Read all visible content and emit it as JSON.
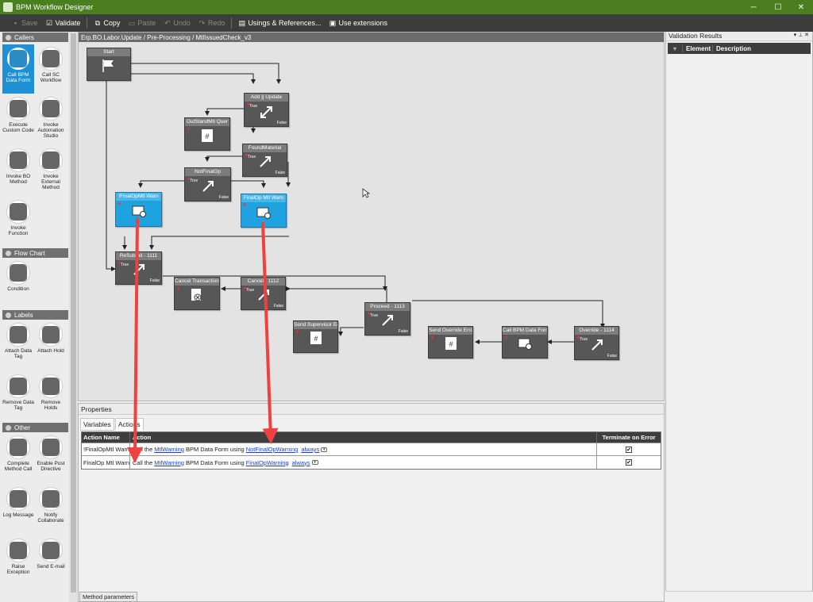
{
  "window": {
    "title": "BPM Workflow Designer",
    "controls": [
      "─",
      "☐",
      "✕"
    ]
  },
  "toolbar": {
    "save": "Save",
    "validate": "Validate",
    "copy": "Copy",
    "paste": "Paste",
    "undo": "Undo",
    "redo": "Redo",
    "usings": "Usings & References...",
    "extensions": "Use extensions"
  },
  "toolbox": {
    "callers": {
      "header": "Callers",
      "items": [
        {
          "label": "Call BPM Data Form",
          "icon": "form-icon"
        },
        {
          "label": "Call SC Workflow",
          "icon": "workflow-icon"
        },
        {
          "label": "Execute Custom Code",
          "icon": "code-icon"
        },
        {
          "label": "Invoke Automation Studio",
          "icon": "automation-icon"
        },
        {
          "label": "Invoke BO Method",
          "icon": "bo-method-icon"
        },
        {
          "label": "Invoke External Method",
          "icon": "external-method-icon"
        },
        {
          "label": "Invoke Function",
          "icon": "function-icon"
        }
      ]
    },
    "flowchart": {
      "header": "Flow Chart",
      "items": [
        {
          "label": "Condition",
          "icon": "condition-icon"
        }
      ]
    },
    "labels": {
      "header": "Labels",
      "items": [
        {
          "label": "Attach Data Tag",
          "icon": "data-tag-icon"
        },
        {
          "label": "Attach Hold",
          "icon": "hold-icon"
        },
        {
          "label": "Remove Data Tag",
          "icon": "remove-tag-icon"
        },
        {
          "label": "Remove Holds",
          "icon": "remove-hold-icon"
        }
      ]
    },
    "other": {
      "header": "Other",
      "items": [
        {
          "label": "Complete Method Call",
          "icon": "complete-icon"
        },
        {
          "label": "Enable Post Directive",
          "icon": "post-directive-icon"
        },
        {
          "label": "Log Message",
          "icon": "log-icon"
        },
        {
          "label": "Notify Collaborate",
          "icon": "bell-icon"
        },
        {
          "label": "Raise Exception",
          "icon": "exception-icon"
        },
        {
          "label": "Send E-mail",
          "icon": "email-icon"
        }
      ]
    }
  },
  "canvas": {
    "breadcrumb": "Erp.BO.Labor.Update / Pre-Processing / MtlIssuedCheck_v3",
    "true_label": "True",
    "false_label": "False",
    "nodes": {
      "start": "Start",
      "add_update": "Add || Update",
      "outstand": "OutStandMtl Quer",
      "found": "FoundMaterial",
      "notfinal": "NotFinalOp",
      "finalopmtl_neg": "!FinalOpMtl Warn",
      "finalop_warn": "FinalOp Mtl Warn",
      "resubmit": "ReSubmit - 1111",
      "cancel_tx": "Cancel Transaction",
      "cancel_1112": "Cancel - 1112",
      "proceed": "Proceed - 1113",
      "send_supervisor": "Send Supervisor Er",
      "send_override": "Send Override Erro",
      "call_bpm": "Call BPM Data Forn",
      "override": "Override - 1114"
    }
  },
  "properties": {
    "title": "Properties",
    "tabs": [
      "Variables",
      "Actions"
    ],
    "columns": [
      "Action Name",
      "Action",
      "Terminate on Error"
    ],
    "rows": [
      {
        "name": "!FinalOpMtl Warn",
        "prefix": "Call the",
        "link1": "MtlWarning",
        "mid": "BPM Data Form using",
        "link2": "NotFinalOpWarning",
        "link3": "always",
        "terminate": "✔"
      },
      {
        "name": "FinalOp Mtl Warn",
        "prefix": "Call the",
        "link1": "MtlWarning",
        "mid": "BPM Data Form using",
        "link2": "FinalOpWarning",
        "link3": "always",
        "terminate": "✔"
      }
    ],
    "bottom_tab": "Method parameters"
  },
  "validation": {
    "title": "Validation Results",
    "columns": [
      "Element",
      "Description"
    ]
  },
  "colors": {
    "titlebar": "#4a7e1e",
    "annotation_arrow": "#f04040",
    "selected": "#1ea3e0"
  }
}
